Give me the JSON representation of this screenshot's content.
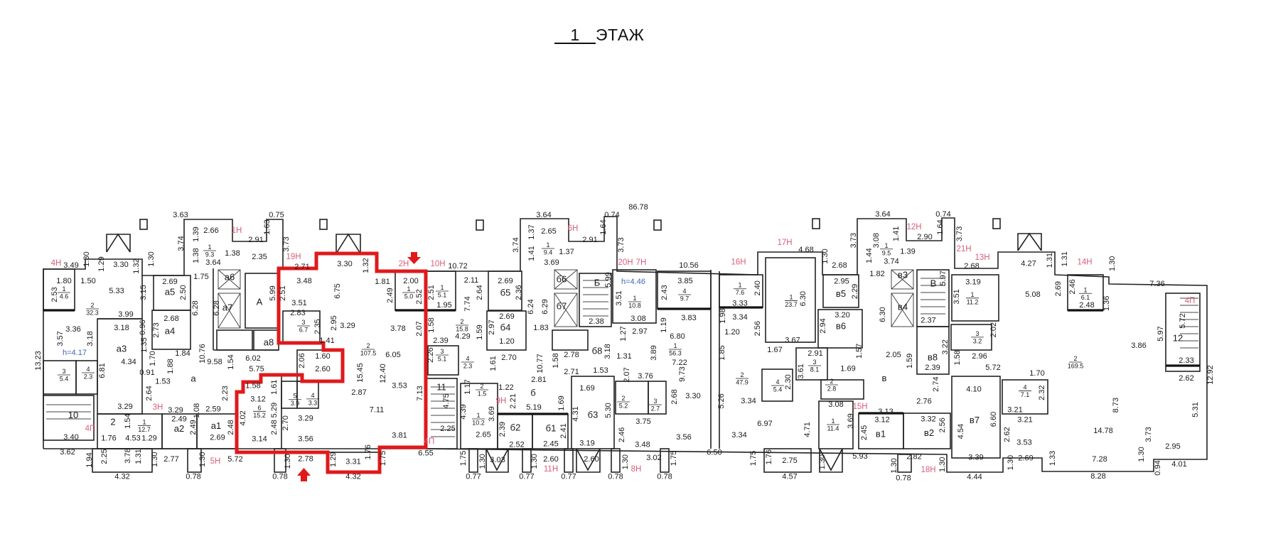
{
  "title": {
    "number": "1",
    "word": "ЭТАЖ"
  },
  "colors": {
    "highlight": "#e0191b",
    "unit_label": "#d9607a",
    "height_label": "#3a68b8"
  },
  "plan": {
    "dimensions": [
      "3.63",
      "0.75",
      "2.66",
      "2.91",
      "1.63",
      "3.74",
      "1.39",
      "1.38",
      "1.38",
      "3.64",
      "3.73",
      "2.35",
      "2.71",
      "3.49",
      "1.30",
      "1.29",
      "3.30",
      "1.32",
      "1.30",
      "3.30",
      "1.32",
      "1.80",
      "1.50",
      "5.33",
      "3.15",
      "2.69",
      "2.50",
      "1.75",
      "5.99",
      "3.48",
      "2.51",
      "6.75",
      "2.53",
      "3.99",
      "3.18",
      "0.96",
      "2.68",
      "2.73",
      "6.28",
      "6.28",
      "3.36",
      "3.57",
      "3.18",
      "13.23",
      "1.35",
      "4.34",
      "6.81",
      "1.70",
      "0.91",
      "1.88",
      "1.84",
      "10.76",
      "9.58",
      "1.54",
      "6.02",
      "5.75",
      "2.06",
      "1.60",
      "2.60",
      "3.51",
      "2.83",
      "2.35",
      "2.95",
      "3.29",
      "1.41",
      "15.45",
      "1.81",
      "3.78",
      "2.49",
      "2.07",
      "86.78",
      "3.64",
      "0.74",
      "2.65",
      "2.91",
      "1.64",
      "3.74",
      "1.37",
      "1.37",
      "1.41",
      "3.69",
      "3.73",
      "10.56",
      "10.72",
      "2.00",
      "2.52",
      "2.51",
      "1.95",
      "2.11",
      "2.64",
      "7.74",
      "2.69",
      "2.36",
      "6.24",
      "6.29",
      "5.99",
      "3.51",
      "3.08",
      "2.43",
      "3.85",
      "3.83",
      "1.19",
      "2.69",
      "2.97",
      "1.83",
      "1.20",
      "2.38",
      "1.58",
      "4.29",
      "1.59",
      "2.39",
      "2.26",
      "2.70",
      "1.61",
      "10.77",
      "2.78",
      "1.58",
      "2.71",
      "1.53",
      "3.18",
      "1.27",
      "2.97",
      "1.31",
      "2.07",
      "3.89",
      "6.80",
      "7.22",
      "9.73",
      "3.76",
      "3.30",
      "2.68",
      "3.75",
      "1.98",
      "1.20",
      "1.85",
      "5.26",
      "4.75",
      "2.81",
      "1.22",
      "1.17",
      "2.21",
      "5.19",
      "1.69",
      "1.69",
      "4.39",
      "3.69",
      "5.30",
      "4.31",
      "7.36",
      "5.72",
      "5.97",
      "2.33",
      "2.62",
      "5.31",
      "12.92",
      "2.95",
      "4.01",
      "0.94",
      "1.30",
      "7.28",
      "8.28",
      "14.78",
      "12.40",
      "6.05",
      "2.87",
      "3.53",
      "7.11",
      "7.13",
      "3.81",
      "6.55",
      "1.76",
      "1.75",
      "3.31",
      "4.32",
      "1.29",
      "2.78",
      "1.30",
      "0.78",
      "3.56",
      "3.14",
      "2.48",
      "2.70",
      "4.02",
      "3.12",
      "5.29",
      "1.58",
      "1.61",
      "3.29",
      "3.29",
      "3.29",
      "2.64",
      "1.53",
      "2.23",
      "1.08",
      "2.59",
      "2.49",
      "2.49",
      "2.48",
      "2.69",
      "5.72",
      "1.30",
      "0.78",
      "2.77",
      "1.30",
      "4.32",
      "3.78",
      "1.31",
      "2.25",
      "1.94",
      "3.62",
      "3.40",
      "1.76",
      "4.53",
      "1.29",
      "1.54",
      "2.65",
      "2.39",
      "2.52",
      "2.41",
      "2.45",
      "3.19",
      "2.46",
      "3.48",
      "3.56",
      "6.50",
      "3.34",
      "6.97",
      "4.71",
      "3.34",
      "1.67",
      "2.91",
      "3.61",
      "2.30",
      "3.08",
      "3.69",
      "2.25",
      "0.77",
      "0.77",
      "0.77",
      "0.78",
      "0.78",
      "1.75",
      "1.75",
      "1.75",
      "1.30",
      "1.30",
      "1.30",
      "3.03",
      "2.60",
      "2.60",
      "3.02",
      "1.76",
      "2.75",
      "4.57",
      "1.30",
      "3.64",
      "0.74",
      "3.73",
      "3.08",
      "1.41",
      "2.90",
      "1.64",
      "3.73",
      "1.39",
      "1.44",
      "3.74",
      "4.68",
      "1.30",
      "2.68",
      "2.68",
      "4.27",
      "1.31",
      "1.31",
      "1.30",
      "1.82",
      "5.97",
      "3.19",
      "3.51",
      "5.08",
      "2.69",
      "2.46",
      "2.48",
      "1.36",
      "2.40",
      "3.33",
      "3.34",
      "2.56",
      "6.30",
      "3.67",
      "2.95",
      "2.29",
      "3.20",
      "2.94",
      "6.30",
      "2.37",
      "2.02",
      "3.22",
      "2.05",
      "1.59",
      "2.39",
      "1.58",
      "2.96",
      "5.72",
      "1.70",
      "1.57",
      "1.69",
      "2.74",
      "4.10",
      "2.32",
      "3.21",
      "3.21",
      "2.76",
      "3.13",
      "3.12",
      "3.32",
      "6.60",
      "8.73",
      "3.73",
      "3.86",
      "1.33",
      "2.69",
      "3.53",
      "1.30",
      "4.44",
      "3.39",
      "1.30",
      "2.82",
      "0.78",
      "1.30",
      "5.93",
      "2.45",
      "2.56",
      "4.54",
      "2.62"
    ],
    "units": [
      "1Н",
      "19Н",
      "4Н",
      "2Н",
      "10Н",
      "6Н",
      "20Н",
      "7Н",
      "4П",
      "9Н",
      "3Н",
      "4П",
      "5Н",
      "4П",
      "11Н",
      "8Н",
      "12Н",
      "21Н",
      "17Н",
      "16Н",
      "13Н",
      "14Н",
      "15Н",
      "18Н"
    ],
    "rooms": [
      "а5",
      "а4",
      "а3",
      "а",
      "а6",
      "а7",
      "а8",
      "А",
      "б6",
      "б7",
      "Б",
      "б5",
      "б4",
      "б8",
      "11",
      "б",
      "б3",
      "б2",
      "б1",
      "12",
      "а2",
      "а1",
      "10",
      "2",
      "в3",
      "в4",
      "В",
      "в5",
      "в6",
      "в8",
      "в",
      "в7",
      "в1",
      "в2"
    ],
    "areas": [
      {
        "num": "1",
        "area": "9.3"
      },
      {
        "num": "1",
        "area": "4.6"
      },
      {
        "num": "2",
        "area": "32.3"
      },
      {
        "num": "3",
        "area": "5.4"
      },
      {
        "num": "4",
        "area": "2.3"
      },
      {
        "num": "3",
        "area": "6.7"
      },
      {
        "num": "2",
        "area": "107.5"
      },
      {
        "num": "1",
        "area": "9.4"
      },
      {
        "num": "1",
        "area": "5.0"
      },
      {
        "num": "1",
        "area": "5.1"
      },
      {
        "num": "1",
        "area": "10.8"
      },
      {
        "num": "4",
        "area": "9.7"
      },
      {
        "num": "2",
        "area": "15.8"
      },
      {
        "num": "3",
        "area": "5.1"
      },
      {
        "num": "4",
        "area": "2.3"
      },
      {
        "num": "1",
        "area": "56.3"
      },
      {
        "num": "2",
        "area": "5.2"
      },
      {
        "num": "3",
        "area": "2.7"
      },
      {
        "num": "2",
        "area": "1.5"
      },
      {
        "num": "1",
        "area": "10.2"
      },
      {
        "num": "2",
        "area": "169.5"
      },
      {
        "num": "1",
        "area": "12.7"
      },
      {
        "num": "6",
        "area": "15.2"
      },
      {
        "num": "5",
        "area": "3.9"
      },
      {
        "num": "4",
        "area": "3.3"
      },
      {
        "num": "2",
        "area": "47.9"
      },
      {
        "num": "3",
        "area": "8.1"
      },
      {
        "num": "4",
        "area": "5.4"
      },
      {
        "num": "2",
        "area": "2.8"
      },
      {
        "num": "1",
        "area": "11.4"
      },
      {
        "num": "1",
        "area": "9.5"
      },
      {
        "num": "1",
        "area": "11.2"
      },
      {
        "num": "1",
        "area": "6.1"
      },
      {
        "num": "1",
        "area": "7.6"
      },
      {
        "num": "1",
        "area": "23.7"
      },
      {
        "num": "3",
        "area": "3.2"
      },
      {
        "num": "4",
        "area": "7.1"
      }
    ],
    "heights": [
      "h=4.17",
      "h=4.46"
    ]
  }
}
